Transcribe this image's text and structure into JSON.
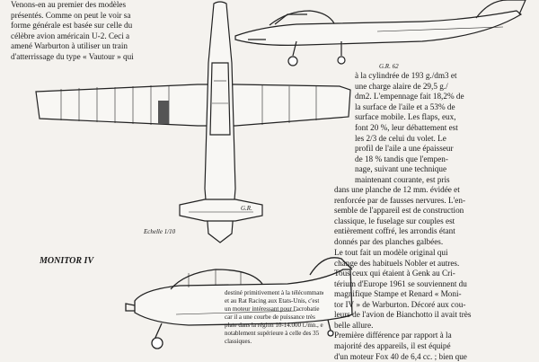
{
  "text_left": [
    "Venons-en au premier des modèles",
    "présentés. Comme on peut le voir sa",
    "forme générale est basée sur celle du",
    "célèbre avion américain U-2. Ceci a",
    "amené Warburton à utiliser un train",
    "d'atterrissage du type « Vautour » qui"
  ],
  "text_right": [
    "à la cylindrée de 193 g./dm3 et",
    "une charge alaire de 29,5 g./",
    "dm2. L'empennage fait 18,2% de",
    "la surface de l'aile et a 53% de",
    "surface mobile. Les flaps, eux,",
    "font 20 %, leur débattement est",
    "les 2/3 de celui du volet. Le",
    "profil de l'aile a une épaisseur",
    "de 18 % tandis que l'empen-",
    "nage, suivant une technique",
    "maintenant courante, est pris",
    "dans une planche de 12 mm. évidée et",
    "renforcée par de fausses nervures. L'en-",
    "semble de l'appareil est de construction",
    "classique, le fuselage sur couples est",
    "entièrement coffré, les arrondis étant",
    "donnés par des planches galbées."
  ],
  "text_right2": [
    "Le tout fait un modèle original qui",
    "change des habituels Nobler et autres.",
    "Tous ceux qui étaient à Genk au Cri-",
    "térium d'Europe 1961 se souviennent du",
    "magnifique Stampe et Renard « Moni-",
    "tor IV » de Warburton. Décoré aux cou-",
    "leurs de l'avion de Bianchotto il avait très",
    "belle allure."
  ],
  "text_right3": [
    "Première différence par rapport à la",
    "majorité des appareils, il est équipé",
    "d'un moteur Fox 40 de 6,4 cc. ; bien que",
    "destiné primitivement à la télécommande",
    "et au Rat Racing aux Etats-Unis, c'est",
    "un moteur intéressant pour l'acrobatie",
    "car il a une courbe de puissance très",
    "plate dans la région 10-14.000 t./mn., et",
    "notablement supérieure à celle des 35",
    "classiques."
  ],
  "caption_main": "MONITOR IV",
  "scale_label": "Echelle 1/10",
  "credit_small": "G.R. 62",
  "credit_small2": "G.R."
}
